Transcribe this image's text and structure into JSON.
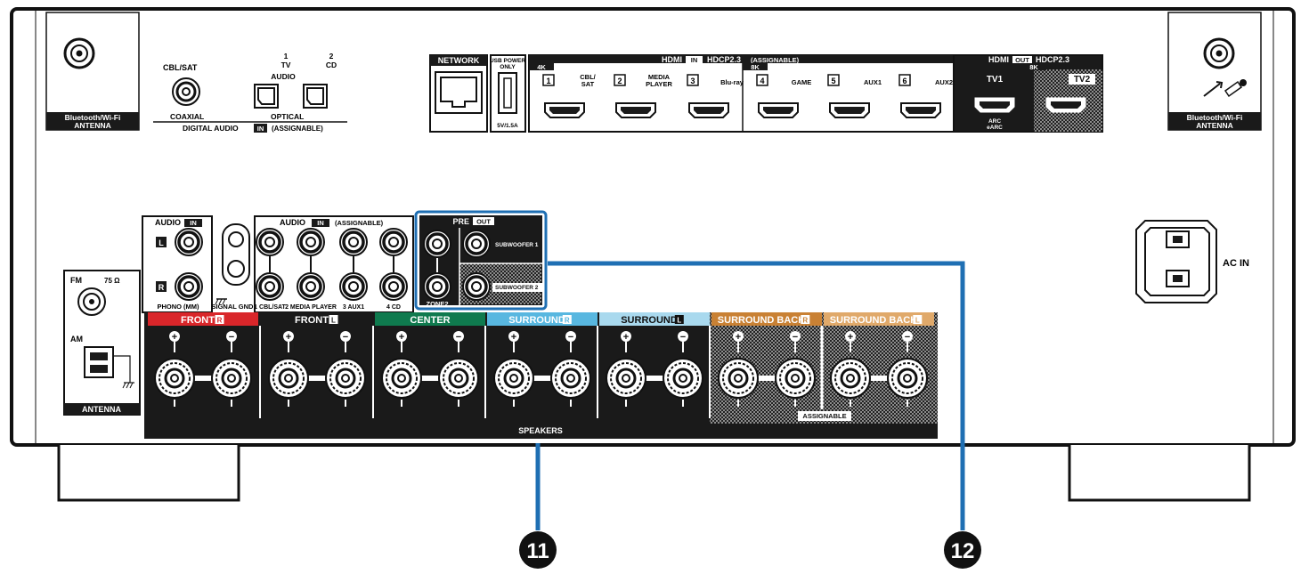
{
  "antenna_left": {
    "label_line1": "Bluetooth/Wi-Fi",
    "label_line2": "ANTENNA"
  },
  "antenna_right": {
    "label_line1": "Bluetooth/Wi-Fi",
    "label_line2": "ANTENNA"
  },
  "digital_audio": {
    "cbl_sat": "CBL/SAT",
    "coaxial": "COAXIAL",
    "opt1_num": "1",
    "opt1_name": "TV",
    "opt2_num": "2",
    "opt2_name": "CD",
    "audio": "AUDIO",
    "optical": "OPTICAL",
    "group_prefix": "DIGITAL AUDIO",
    "in_badge": "IN",
    "group_suffix": "(ASSIGNABLE)"
  },
  "network": {
    "label": "NETWORK"
  },
  "usb": {
    "line1": "USB POWER",
    "line2": "ONLY",
    "rating": "5V/1.5A"
  },
  "hdmi_in": {
    "prefix": "HDMI",
    "in_badge": "IN",
    "spec": "HDCP2.3",
    "assignable": "(ASSIGNABLE)",
    "res_4k": "4K",
    "res_8k": "8K",
    "inputs": [
      {
        "num": "1",
        "name1": "CBL/",
        "name2": "SAT"
      },
      {
        "num": "2",
        "name1": "MEDIA",
        "name2": "PLAYER"
      },
      {
        "num": "3",
        "name1": "Blu-ray",
        "name2": ""
      },
      {
        "num": "4",
        "name1": "GAME",
        "name2": ""
      },
      {
        "num": "5",
        "name1": "AUX1",
        "name2": ""
      },
      {
        "num": "6",
        "name1": "AUX2",
        "name2": ""
      }
    ]
  },
  "hdmi_out": {
    "prefix": "HDMI",
    "out_badge": "OUT",
    "spec": "HDCP2.3",
    "res_8k": "8K",
    "tv1": "TV1",
    "tv2": "TV2",
    "arc": "ARC",
    "earc": "eARC"
  },
  "analog_audio": {
    "title": "AUDIO",
    "in_badge": "IN",
    "l": "L",
    "r": "R",
    "phono": "PHONO (MM)",
    "signal_gnd": "SIGNAL GND",
    "assignable_title": "AUDIO",
    "assignable": "(ASSIGNABLE)",
    "inputs": [
      "1 CBL/SAT",
      "2 MEDIA PLAYER",
      "3 AUX1",
      "4 CD"
    ]
  },
  "pre_out": {
    "title": "PRE",
    "out_badge": "OUT",
    "zone2": "ZONE2",
    "sub1": "SUBWOOFER 1",
    "sub2": "SUBWOOFER 2"
  },
  "fm_am": {
    "fm": "FM",
    "ohm": "75 Ω",
    "am": "AM",
    "antenna": "ANTENNA"
  },
  "speakers": {
    "channels": [
      {
        "label": "FRONT",
        "side": "R",
        "color": "#d9262a"
      },
      {
        "label": "FRONT",
        "side": "L",
        "color": "#1a1a1a"
      },
      {
        "label": "CENTER",
        "side": "",
        "color": "#0f7a4e"
      },
      {
        "label": "SURROUND",
        "side": "R",
        "color": "#58b7e0"
      },
      {
        "label": "SURROUND",
        "side": "L",
        "color": "#a9d9ee"
      },
      {
        "label": "SURROUND BACK",
        "side": "R",
        "color": "#c98134"
      },
      {
        "label": "SURROUND BACK",
        "side": "L",
        "color": "#e0a96a"
      }
    ],
    "plus": "+",
    "minus": "−",
    "assignable": "ASSIGNABLE",
    "footer": "SPEAKERS"
  },
  "ac_in": {
    "label": "AC IN"
  },
  "callouts": [
    {
      "num": "11"
    },
    {
      "num": "12"
    }
  ],
  "colors": {
    "callout_line": "#1f6fb3",
    "panel_black": "#1a1a1a"
  }
}
